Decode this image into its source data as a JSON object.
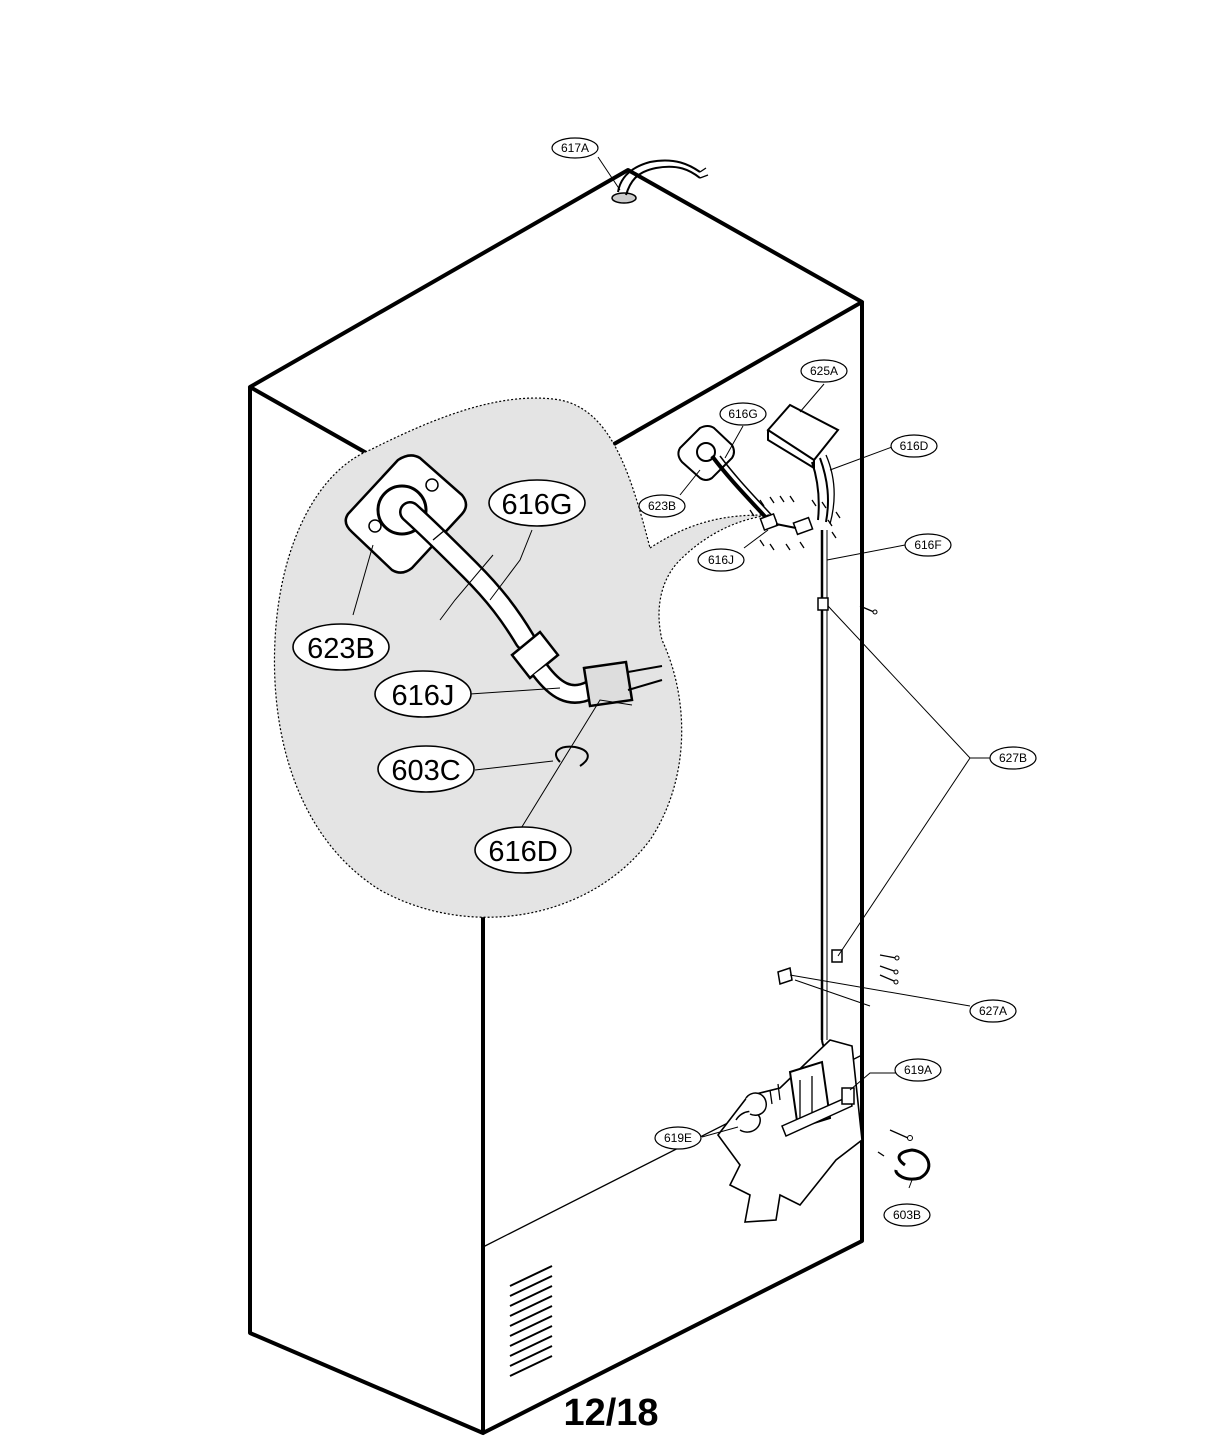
{
  "labels": {
    "l617A": "617A",
    "l625A": "625A",
    "l616G_small": "616G",
    "l616D_small": "616D",
    "l623B_small": "623B",
    "l616J_small": "616J",
    "l616F": "616F",
    "l627B": "627B",
    "l627A": "627A",
    "l619A": "619A",
    "l619E": "619E",
    "l603B": "603B",
    "l616G_big": "616G",
    "l623B_big": "623B",
    "l616J_big": "616J",
    "l603C_big": "603C",
    "l616D_big": "616D"
  },
  "page_number": "12/18"
}
